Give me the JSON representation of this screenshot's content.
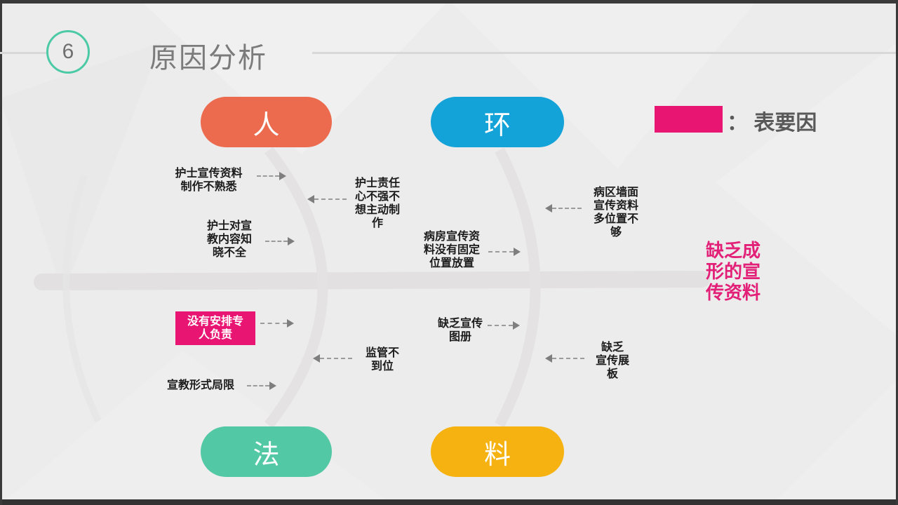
{
  "slide": {
    "page_number": "6",
    "title": "原因分析"
  },
  "legend": {
    "swatch_color": "#E91573",
    "label": "： 表要因"
  },
  "category_pills": [
    {
      "id": "people",
      "label": "人",
      "color": "#EC6A4D"
    },
    {
      "id": "environment",
      "label": "环",
      "color": "#14A3D8"
    },
    {
      "id": "method",
      "label": "法",
      "color": "#52C8A4"
    },
    {
      "id": "material",
      "label": "料",
      "color": "#F6B211"
    }
  ],
  "effect": {
    "text": "缺乏成\n形的宣\n传资料",
    "color": "#E32078"
  },
  "causes": [
    {
      "text": "护士宣传资料\n制作不熟悉",
      "highlighted": false
    },
    {
      "text": "护士责任\n心不强不\n想主动制\n作",
      "highlighted": false
    },
    {
      "text": "护士对宣\n教内容知\n晓不全",
      "highlighted": false
    },
    {
      "text": "病区墙面\n宣传资料\n多位置不\n够",
      "highlighted": false
    },
    {
      "text": "病房宣传资\n料没有固定\n位置放置",
      "highlighted": false
    },
    {
      "text": "没有安排专\n人负责",
      "highlighted": true
    },
    {
      "text": "监管不\n到位",
      "highlighted": false
    },
    {
      "text": "宣教形式局限",
      "highlighted": false
    },
    {
      "text": "缺乏宣传\n图册",
      "highlighted": false
    },
    {
      "text": "缺乏\n宣传展\n板",
      "highlighted": false
    }
  ]
}
